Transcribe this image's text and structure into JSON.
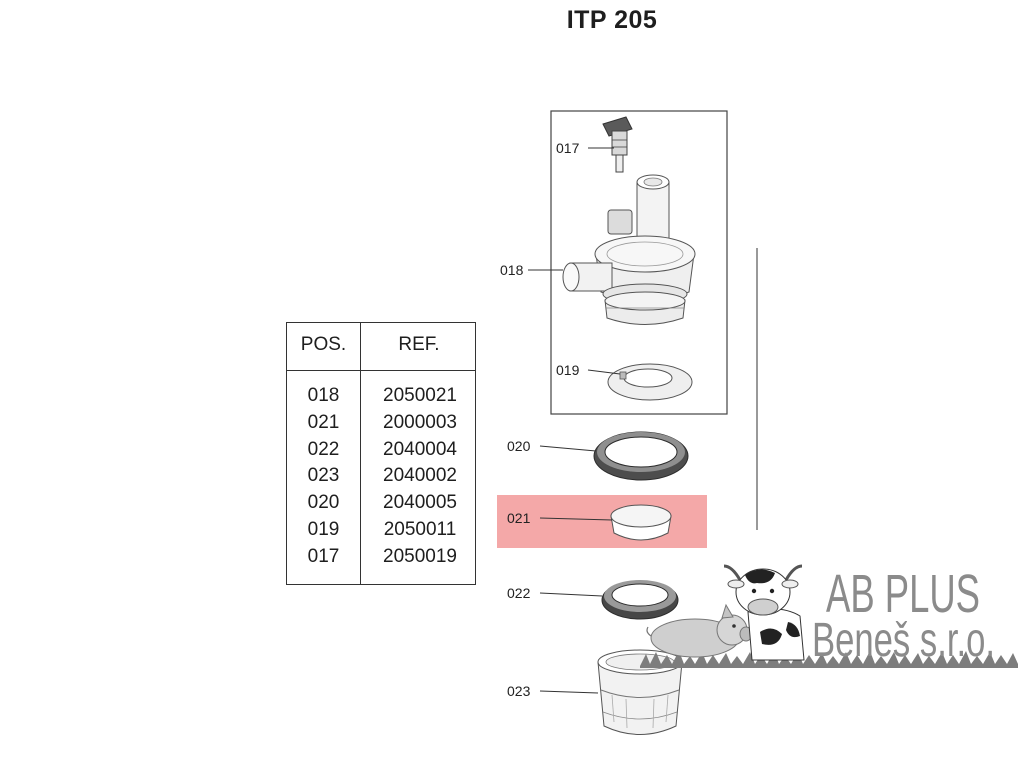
{
  "title": "ITP 205",
  "table": {
    "headers": {
      "pos": "POS.",
      "ref": "REF."
    },
    "rows": [
      {
        "pos": "018",
        "ref": "2050021"
      },
      {
        "pos": "021",
        "ref": "2000003"
      },
      {
        "pos": "022",
        "ref": "2040004"
      },
      {
        "pos": "023",
        "ref": "2040002"
      },
      {
        "pos": "020",
        "ref": "2040005"
      },
      {
        "pos": "019",
        "ref": "2050011"
      },
      {
        "pos": "017",
        "ref": "2050019"
      }
    ]
  },
  "callouts": {
    "p017": "017",
    "p018": "018",
    "p019": "019",
    "p020": "020",
    "p021": "021",
    "p022": "022",
    "p023": "023"
  },
  "highlighted_part": "021",
  "logo": {
    "line1": "AB PLUS",
    "line2": "Beneš s.r.o.",
    "mascots": [
      "pig-icon",
      "cow-icon"
    ]
  },
  "colors": {
    "highlight": "#f4a8a8",
    "logo_text": "#8b8b8b",
    "line": "#333333"
  }
}
